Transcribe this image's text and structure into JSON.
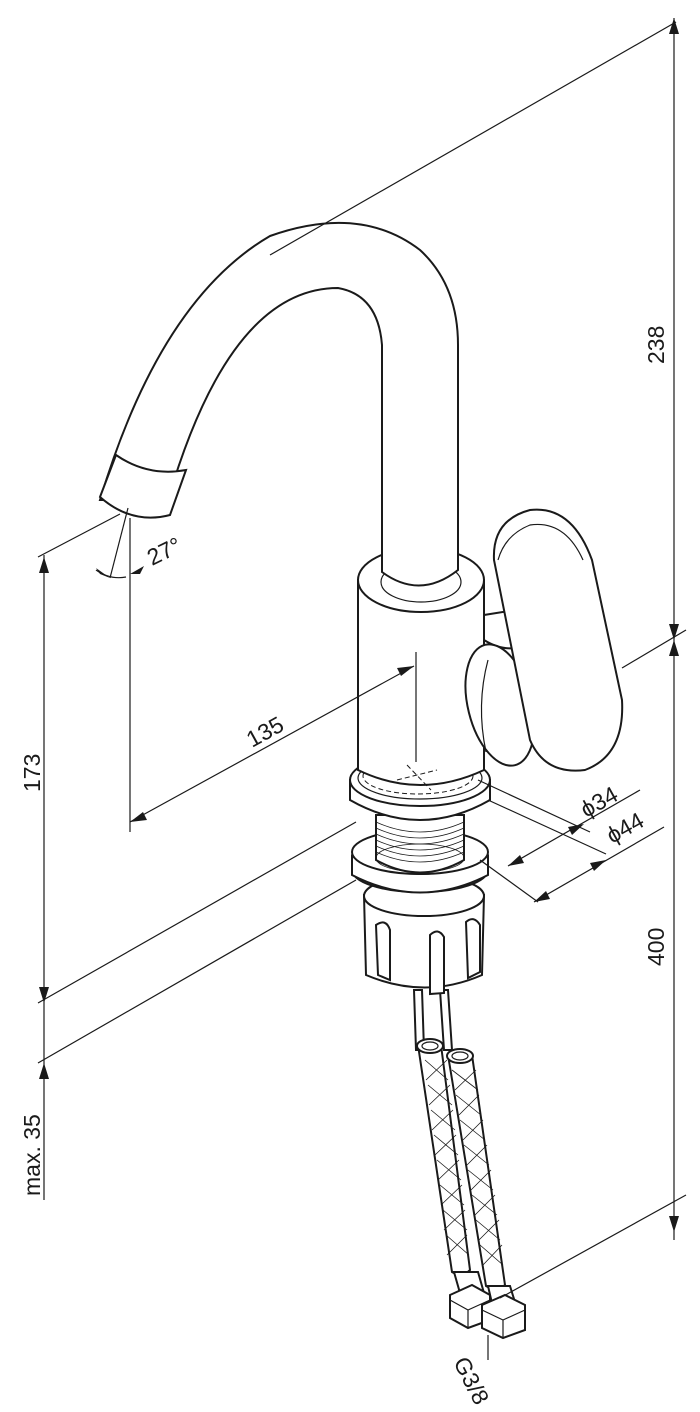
{
  "dimensions": {
    "total_height": "238",
    "spout_height": "173",
    "spout_reach": "135",
    "base_diameter_inner": "ϕ34",
    "base_diameter_outer": "ϕ44",
    "hose_length": "400",
    "max_counter_thickness": "max. 35",
    "spout_angle": "27°",
    "connection_thread": "G3/8"
  },
  "colors": {
    "line": "#1a1a1a",
    "background": "#ffffff"
  }
}
